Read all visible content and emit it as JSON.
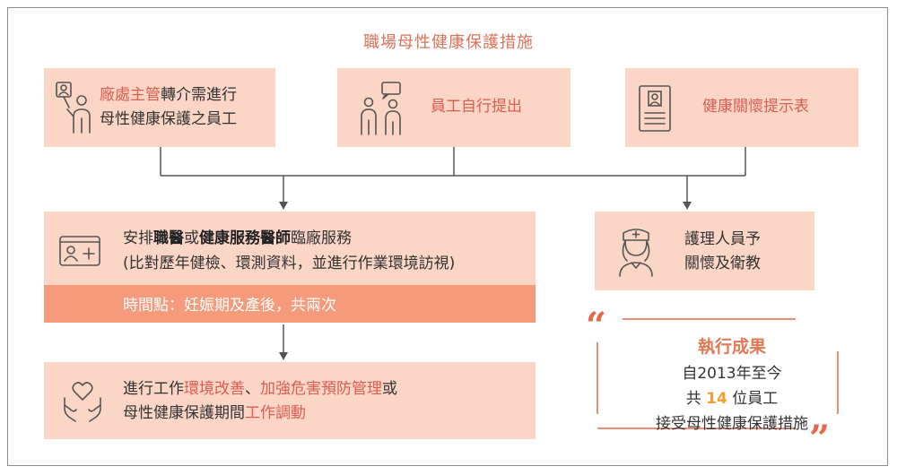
{
  "title": "職場母性健康保護措施",
  "box1": {
    "line1_red": "廠處主管",
    "line1_rest": "轉介需進行",
    "line2": "母性健康保護之員工"
  },
  "box2": {
    "label": "員工自行提出"
  },
  "box3": {
    "label": "健康關懷提示表"
  },
  "box4": {
    "pre": "安排",
    "bold1": "職醫",
    "mid": "或",
    "bold2": "健康服務醫師",
    "post": "臨廠服務",
    "line2": "(比對歷年健檢、環測資料，並進行作業環境訪視)",
    "band": "時間點：妊娠期及產後，共兩次"
  },
  "box5": {
    "line1": "護理人員予",
    "line2": "關懷及衛教"
  },
  "box6": {
    "a": "進行工作",
    "b_red": "環境改善",
    "c": "、",
    "d_red": "加強危害預防管理",
    "e": "或",
    "f": "母性健康保護期間",
    "g_red": "工作調動"
  },
  "results": {
    "title": "執行成果",
    "line1": "自2013年至今",
    "line2_pre": "共",
    "line2_num": "14",
    "line2_post": "位員工",
    "line3": "接受母性健康保護措施",
    "open_quote": "“",
    "close_quote": "”"
  },
  "colors": {
    "box_fill": "#fbd5c6",
    "band_fill": "#f59a7b",
    "accent_red": "#d95d51",
    "accent_orange": "#e07a55",
    "highlight": "#f0a030"
  }
}
